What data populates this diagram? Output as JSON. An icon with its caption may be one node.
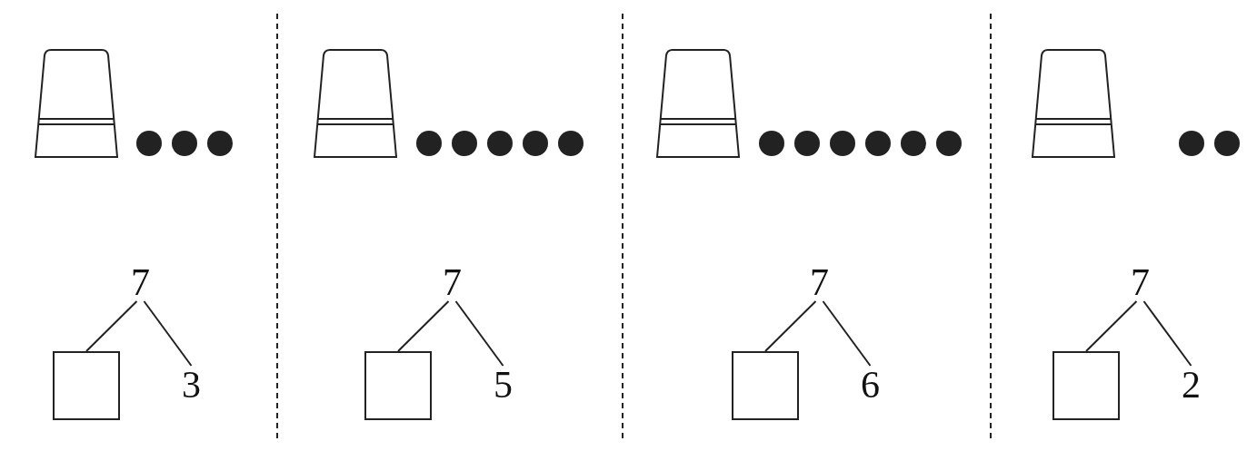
{
  "diagram": {
    "nodes": [
      {
        "text": [],
        "shape": "picture"
      },
      {
        "text": [],
        "shape": "circle"
      },
      {
        "text": [],
        "shape": "circle"
      },
      {
        "text": [],
        "shape": "circle"
      },
      {
        "text": [
          "7"
        ]
      },
      {
        "text": [],
        "shape": "box"
      },
      {
        "text": [
          "3"
        ]
      },
      {
        "text": [],
        "shape": "picture"
      },
      {
        "text": [],
        "shape": "circle"
      },
      {
        "text": [],
        "shape": "circle"
      },
      {
        "text": [],
        "shape": "circle"
      },
      {
        "text": [],
        "shape": "circle"
      },
      {
        "text": [],
        "shape": "circle"
      },
      {
        "text": [
          "7"
        ]
      },
      {
        "text": [],
        "shape": "box"
      },
      {
        "text": [
          "5"
        ]
      },
      {
        "text": [],
        "shape": "picture"
      },
      {
        "text": [],
        "shape": "circle"
      },
      {
        "text": [],
        "shape": "circle"
      },
      {
        "text": [],
        "shape": "circle"
      },
      {
        "text": [],
        "shape": "circle"
      },
      {
        "text": [],
        "shape": "circle"
      },
      {
        "text": [],
        "shape": "circle"
      },
      {
        "text": [
          "7"
        ]
      },
      {
        "text": [],
        "shape": "box"
      },
      {
        "text": [
          "6"
        ]
      },
      {
        "text": [],
        "shape": "picture"
      },
      {
        "text": [],
        "shape": "circle"
      },
      {
        "text": [],
        "shape": "circle"
      },
      {
        "text": [
          "7"
        ]
      },
      {
        "text": [],
        "shape": "box"
      },
      {
        "text": [
          "2"
        ]
      }
    ],
    "edges": [
      {
        "from": 4,
        "to": 5,
        "arrow": "none"
      },
      {
        "from": 4,
        "to": 6,
        "arrow": "none"
      },
      {
        "from": 13,
        "to": 14,
        "arrow": "none"
      },
      {
        "from": 13,
        "to": 15,
        "arrow": "none"
      },
      {
        "from": 23,
        "to": 24,
        "arrow": "none"
      },
      {
        "from": 23,
        "to": 25,
        "arrow": "none"
      },
      {
        "from": 29,
        "to": 30,
        "arrow": "none"
      },
      {
        "from": 29,
        "to": 31,
        "arrow": "none"
      }
    ]
  }
}
